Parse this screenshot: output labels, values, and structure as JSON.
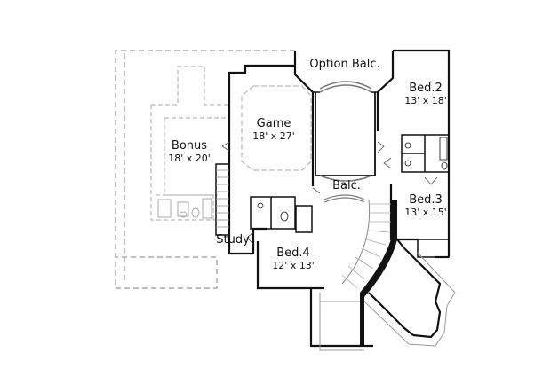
{
  "plan": {
    "type": "second-floor-plan",
    "rooms": [
      {
        "id": "option-balc",
        "name": "Option Balc.",
        "dims": ""
      },
      {
        "id": "game",
        "name": "Game",
        "dims": "18' x 27'"
      },
      {
        "id": "bonus",
        "name": "Bonus",
        "dims": "18' x 20'"
      },
      {
        "id": "bed2",
        "name": "Bed.2",
        "dims": "13' x 18'"
      },
      {
        "id": "bed3",
        "name": "Bed.3",
        "dims": "13' x 15'"
      },
      {
        "id": "bed4",
        "name": "Bed.4",
        "dims": "12' x 13'"
      },
      {
        "id": "balc",
        "name": "Balc.",
        "dims": ""
      },
      {
        "id": "study",
        "name": "Study",
        "dims": ""
      }
    ]
  },
  "colors": {
    "wall": "#111111",
    "thin": "#666666",
    "dashed": "#999999",
    "background": "#ffffff"
  }
}
